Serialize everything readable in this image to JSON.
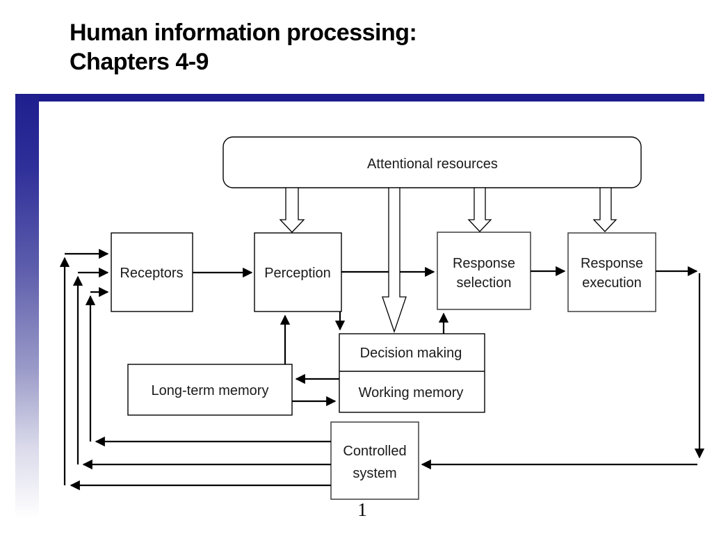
{
  "slide": {
    "title": {
      "line1": "Human information processing:",
      "line2": "Chapters 4-9"
    },
    "page_number": "1",
    "accent_bar_color": "#1c1c8e",
    "background_color": "#ffffff",
    "line_color": "#000000"
  },
  "diagram": {
    "nodes": {
      "attentional_resources": {
        "label": "Attentional resources"
      },
      "receptors": {
        "label": "Receptors"
      },
      "perception": {
        "label": "Perception"
      },
      "response_selection": {
        "line1": "Response",
        "line2": "selection"
      },
      "response_execution": {
        "line1": "Response",
        "line2": "execution"
      },
      "decision_making": {
        "label": "Decision making"
      },
      "working_memory": {
        "label": "Working memory"
      },
      "long_term_memory": {
        "label": "Long-term memory"
      },
      "controlled_system": {
        "line1": "Controlled",
        "line2": "system"
      }
    },
    "edges": [
      {
        "from": "attentional_resources",
        "to": "perception",
        "style": "hollow"
      },
      {
        "from": "attentional_resources",
        "to": "decision_making",
        "style": "hollow"
      },
      {
        "from": "attentional_resources",
        "to": "response_selection",
        "style": "hollow"
      },
      {
        "from": "attentional_resources",
        "to": "response_execution",
        "style": "hollow"
      },
      {
        "from": "receptors",
        "to": "perception",
        "style": "solid"
      },
      {
        "from": "perception",
        "to": "response_selection",
        "style": "solid"
      },
      {
        "from": "response_selection",
        "to": "response_execution",
        "style": "solid"
      },
      {
        "from": "response_execution",
        "to": "controlled_system",
        "style": "solid"
      },
      {
        "from": "controlled_system",
        "to": "receptors",
        "style": "solid-feedback-x3"
      },
      {
        "from": "long_term_memory",
        "to": "perception",
        "style": "solid"
      },
      {
        "from": "perception",
        "to": "decision_making",
        "style": "solid"
      },
      {
        "from": "decision_making",
        "to": "response_selection",
        "style": "solid"
      },
      {
        "from": "working_memory",
        "to": "long_term_memory",
        "style": "solid"
      },
      {
        "from": "long_term_memory",
        "to": "working_memory",
        "style": "solid"
      }
    ]
  }
}
